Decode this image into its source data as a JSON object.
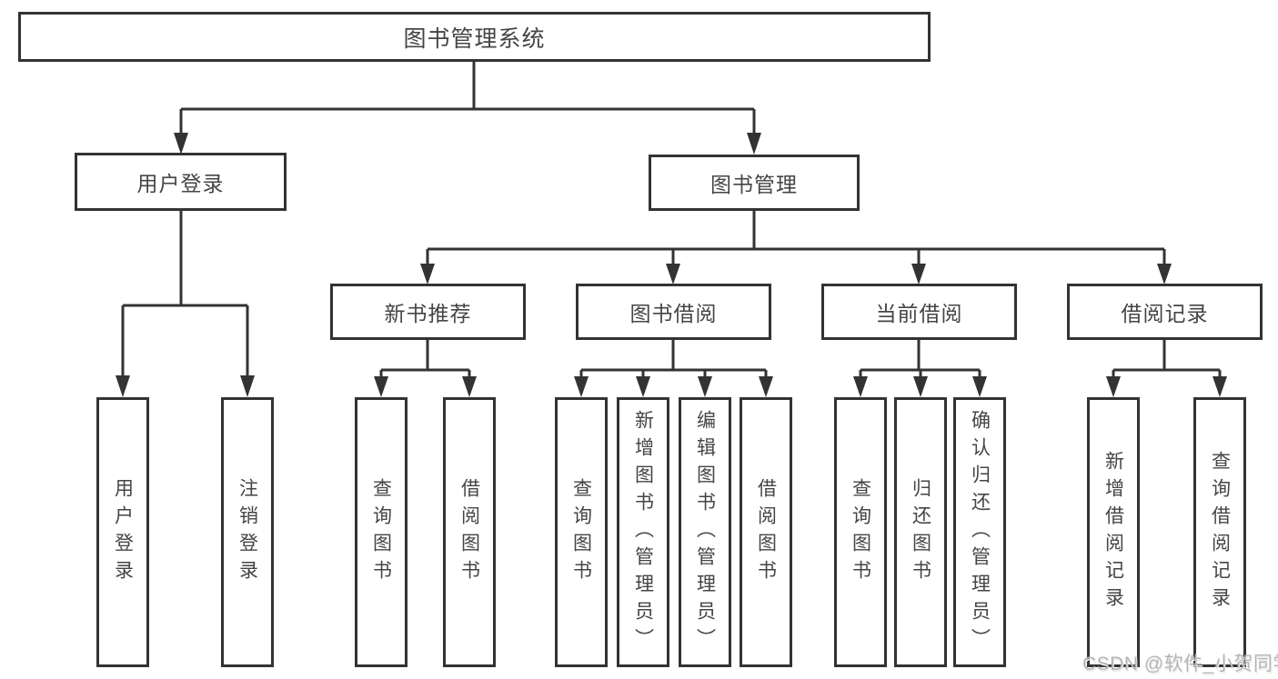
{
  "colors": {
    "line": "#333333",
    "node_border": "#333333",
    "node_text": "#454545",
    "background": "#ffffff",
    "watermark_text": "#b5b5b5"
  },
  "tree": {
    "root": "图书管理系统",
    "level2": [
      "用户登录",
      "图书管理"
    ],
    "level3": [
      "新书推荐",
      "图书借阅",
      "当前借阅",
      "借阅记录"
    ],
    "leaves": {
      "user_login": [
        "用户登录",
        "注销登录"
      ],
      "new_books": [
        "查询图书",
        "借阅图书"
      ],
      "book_borrow": [
        "查询图书",
        "新增图书（管理员）",
        "编辑图书（管理员）",
        "借阅图书"
      ],
      "current_borrow": [
        "查询图书",
        "归还图书",
        "确认归还（管理员）"
      ],
      "borrow_records": [
        "新增借阅记录",
        "查询借阅记录"
      ]
    }
  },
  "watermark": "CSDN @软件_小贺同学"
}
